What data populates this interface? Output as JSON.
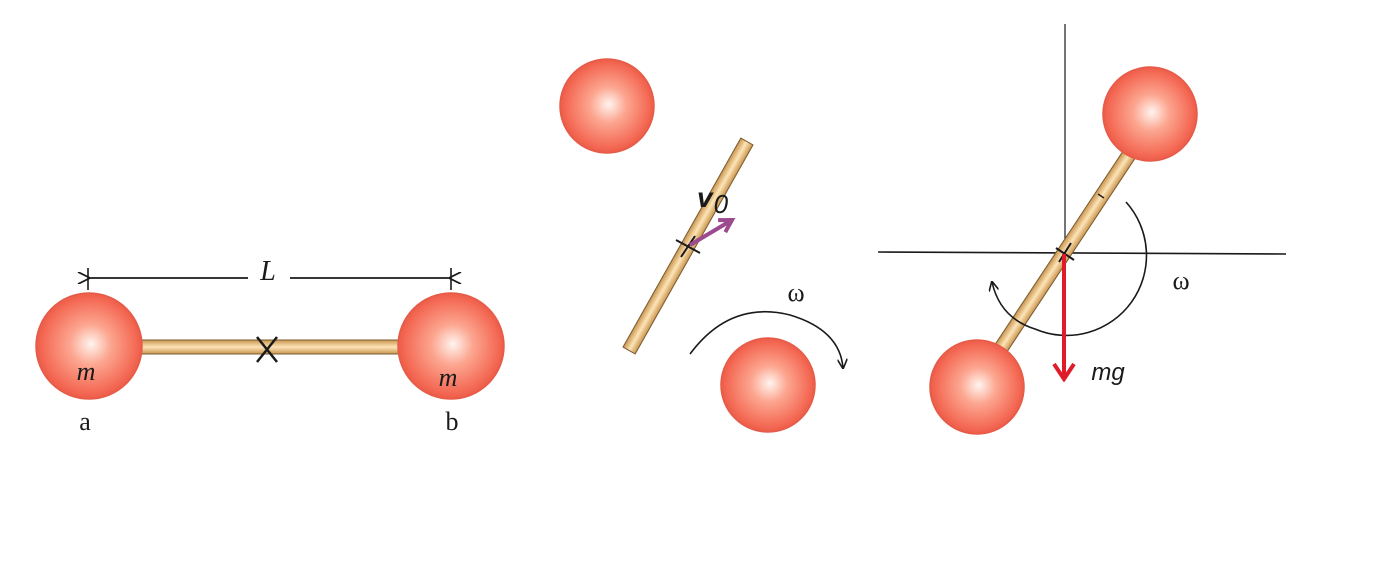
{
  "figure1": {
    "length_label": "L",
    "mass_left": "m",
    "mass_right": "m",
    "label_left": "a",
    "label_right": "b"
  },
  "figure2": {
    "velocity_label": "v",
    "velocity_subscript": "0",
    "omega_label": "ω"
  },
  "figure3": {
    "omega_label": "ω",
    "gravity_label": "mg"
  },
  "colors": {
    "ball_light": "#ffe0d6",
    "ball_mid": "#f87a64",
    "ball_dark": "#e04a3a",
    "rod": "#f4c98a",
    "rod_edge": "#7a5a30",
    "velocity": "#9b4a8e",
    "gravity": "#e01b2a",
    "ink": "#1a1a1a"
  }
}
